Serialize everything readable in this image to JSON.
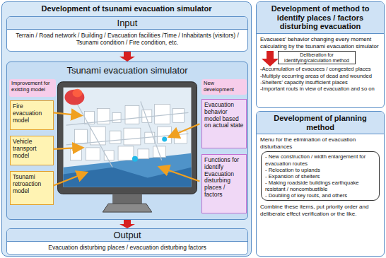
{
  "diagram": {
    "nodes": [
      {
        "text": [
          "Development of tsunami evacuation simulator"
        ]
      },
      {
        "text": [
          "Input",
          "Terrain / Road network / Building / Evacuation facilities /Time / Inhabitants (visitors) / Tsunami condition / Fire condition, etc."
        ],
        "in": 0
      },
      {
        "text": [
          "Tsunami evacuation simulator"
        ],
        "in": 0
      },
      {
        "text": [
          "Improvement for existing model"
        ],
        "in": 2
      },
      {
        "text": [
          "Fire evacuation model"
        ],
        "in": 2
      },
      {
        "text": [
          "Vehicle transport model"
        ],
        "in": 2
      },
      {
        "text": [
          "Tsunami retroaction model"
        ],
        "in": 2
      },
      {
        "text": [
          "New development"
        ],
        "in": 2
      },
      {
        "text": [
          "Evacuation behavior model based on actual state"
        ],
        "in": 2
      },
      {
        "text": [
          "Functions for identify Evacuation disturbing places / factors"
        ],
        "in": 2
      },
      {
        "text": [
          "Output",
          "Evacuation disturbing places / evacuation disturbing factors"
        ],
        "in": 0
      },
      {
        "text": [
          "Development of method to identify places / factors disturbing evacuation",
          "Evacuees' behavior changing every moment calculating by the tsunami evacuation simulator",
          "-Accumulation of evacuees / congested places",
          "-Multiply occurring areas of dead and wounded",
          "-Shelters' capacity insufficient places",
          "-Important routs in view of evacuation and so on"
        ]
      },
      {
        "text": [
          "Deliberation for identifying/calculation method"
        ],
        "in": 11
      },
      {
        "text": [
          "Development of planning method",
          "Menu for the elimination of evacuation disturbances",
          "Combine these items, put priority order and deliberate effect verification or the like."
        ]
      },
      {
        "text": [
          "- New construction / width enlargement for evacuation routes",
          "- Relocation to uplands",
          "- Expansion of shelters",
          "- Making roadside buildings earthquake resistant / noncombustible",
          "- Doubling of key routs, and others"
        ],
        "in": 13
      }
    ],
    "edges": [
      {
        "from": 1,
        "to": 2,
        "arrow": "to"
      },
      {
        "from": 2,
        "to": 10,
        "arrow": "to"
      }
    ]
  }
}
